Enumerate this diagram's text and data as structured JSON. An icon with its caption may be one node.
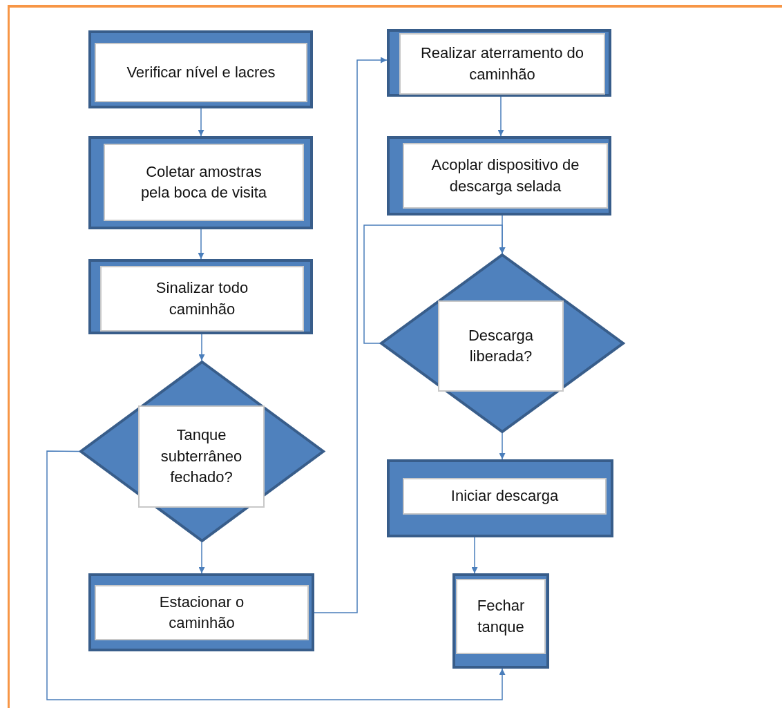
{
  "diagram": {
    "nodes": [
      {
        "text": [
          "Verificar nível e lacres"
        ]
      },
      {
        "text": [
          "Coletar amostras pela boca de visita"
        ]
      },
      {
        "text": [
          "Sinalizar todo caminhão"
        ]
      },
      {
        "text": [
          "Tanque subterrâneo fechado?"
        ]
      },
      {
        "text": [
          "Estacionar o caminhão"
        ]
      },
      {
        "text": [
          "Realizar aterramento do caminhão"
        ]
      },
      {
        "text": [
          "Acoplar dispositivo de descarga selada"
        ]
      },
      {
        "text": [
          "Descarga liberada?"
        ]
      },
      {
        "text": [
          "Iniciar descarga"
        ]
      },
      {
        "text": [
          "Fechar tanque"
        ]
      }
    ],
    "edges": [
      {
        "from": 0,
        "to": 1,
        "arrow": "to"
      },
      {
        "from": 1,
        "to": 2,
        "arrow": "to"
      },
      {
        "from": 2,
        "to": 3,
        "arrow": "to"
      },
      {
        "from": 3,
        "to": 4,
        "arrow": "to"
      },
      {
        "from": 3,
        "to": 9,
        "arrow": "to"
      },
      {
        "from": 4,
        "to": 5,
        "arrow": "to"
      },
      {
        "from": 5,
        "to": 6,
        "arrow": "to"
      },
      {
        "from": 6,
        "to": 7,
        "arrow": "to"
      },
      {
        "from": 7,
        "to": 7,
        "arrow": "to"
      },
      {
        "from": 7,
        "to": 8,
        "arrow": "to"
      },
      {
        "from": 8,
        "to": 9,
        "arrow": "to"
      }
    ]
  }
}
